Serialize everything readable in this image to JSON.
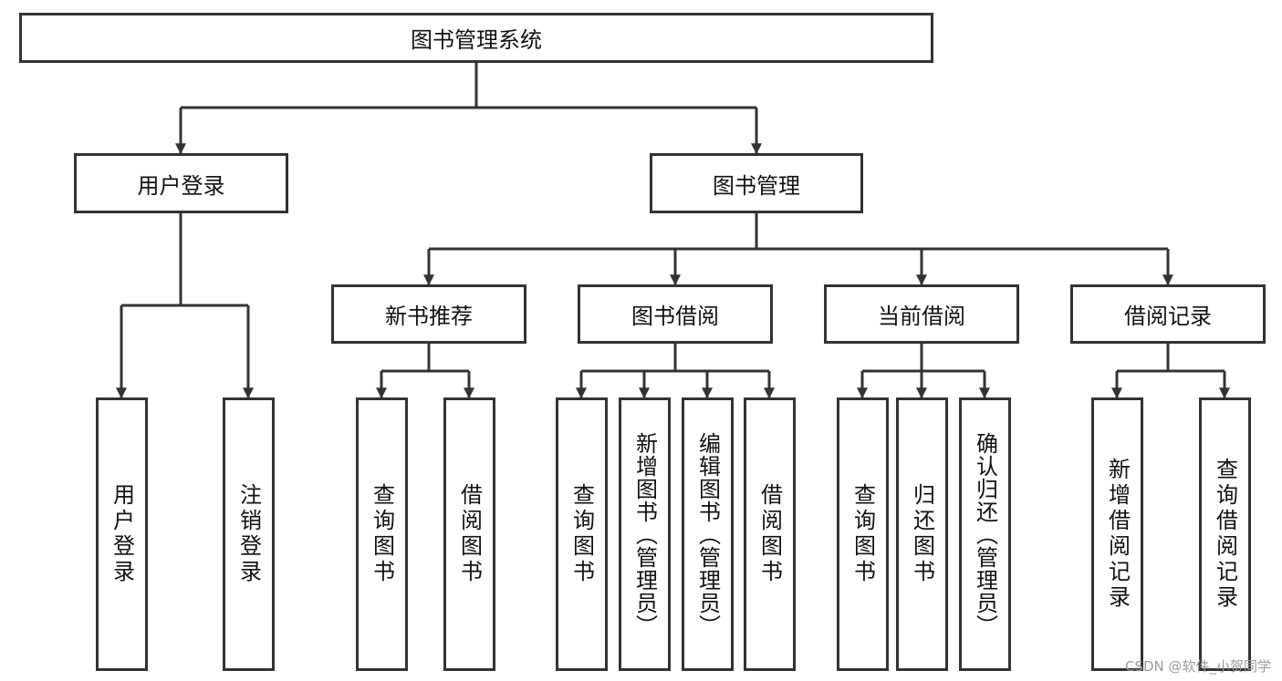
{
  "root": {
    "label": "图书管理系统"
  },
  "branches": [
    {
      "label": "用户登录",
      "children": [
        "用户登录",
        "注销登录"
      ]
    },
    {
      "label": "图书管理",
      "children": [
        {
          "label": "新书推荐",
          "children": [
            "查询图书",
            "借阅图书"
          ]
        },
        {
          "label": "图书借阅",
          "children": [
            "查询图书",
            "新增图书（管理员）",
            "编辑图书（管理员）",
            "借阅图书"
          ]
        },
        {
          "label": "当前借阅",
          "children": [
            "查询图书",
            "归还图书",
            "确认归还（管理员）"
          ]
        },
        {
          "label": "借阅记录",
          "children": [
            "新增借阅记录",
            "查询借阅记录"
          ]
        }
      ]
    }
  ],
  "watermark": "CSDN @软件_小贺同学",
  "colors": {
    "line": "#333333",
    "text": "#111111",
    "watermark": "#9a9a9a"
  }
}
